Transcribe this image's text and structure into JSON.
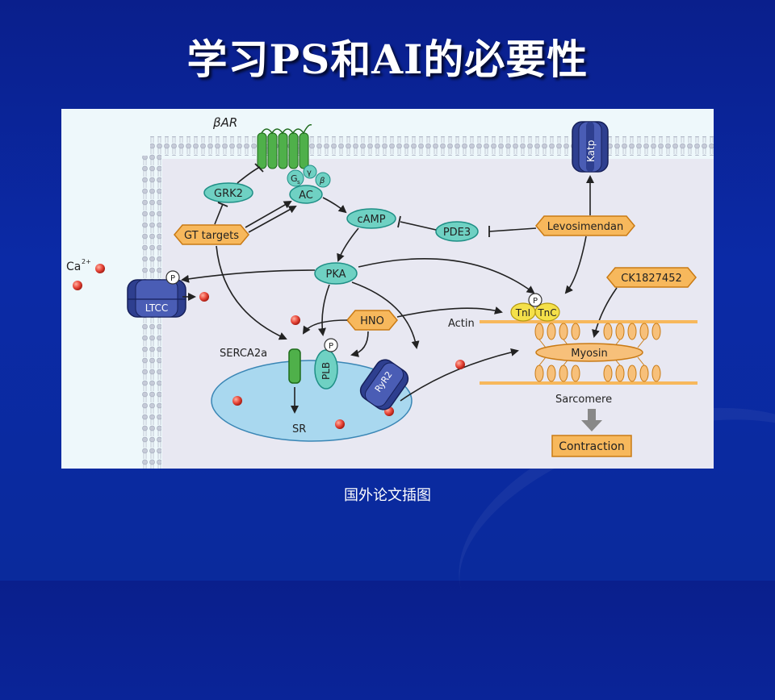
{
  "slide": {
    "title": "学习PS和AI的必要性",
    "caption": "国外论文插图"
  },
  "diagram": {
    "labels": {
      "beta_ar": "βAR",
      "gs": "G",
      "gs_sub": "s",
      "gamma": "γ",
      "beta": "β",
      "ac": "AC",
      "grk2": "GRK2",
      "gt_targets": "GT targets",
      "camp": "cAMP",
      "pde3": "PDE3",
      "levosimendan": "Levosimendan",
      "katp": "Katp",
      "pka": "PKA",
      "ck": "CK1827452",
      "ca": "Ca",
      "ca_sup": "2+",
      "ltcc": "LTCC",
      "p": "P",
      "hno": "HNO",
      "actin": "Actin",
      "tni": "TnI",
      "tnc": "TnC",
      "myosin": "Myosin",
      "serca": "SERCA2a",
      "plb": "PLB",
      "ryr2": "RyR2",
      "sr": "SR",
      "sarcomere": "Sarcomere",
      "contraction": "Contraction"
    },
    "colors": {
      "teal": "#6fd1c3",
      "teal_stroke": "#1f8f86",
      "orange": "#f7b85c",
      "orange_stroke": "#c97a14",
      "navy": "#2e3f8f",
      "green": "#4fb04a",
      "yellow": "#f4e04a",
      "red_dot": "#e8473a",
      "sr_fill": "#a9d8ef"
    }
  }
}
